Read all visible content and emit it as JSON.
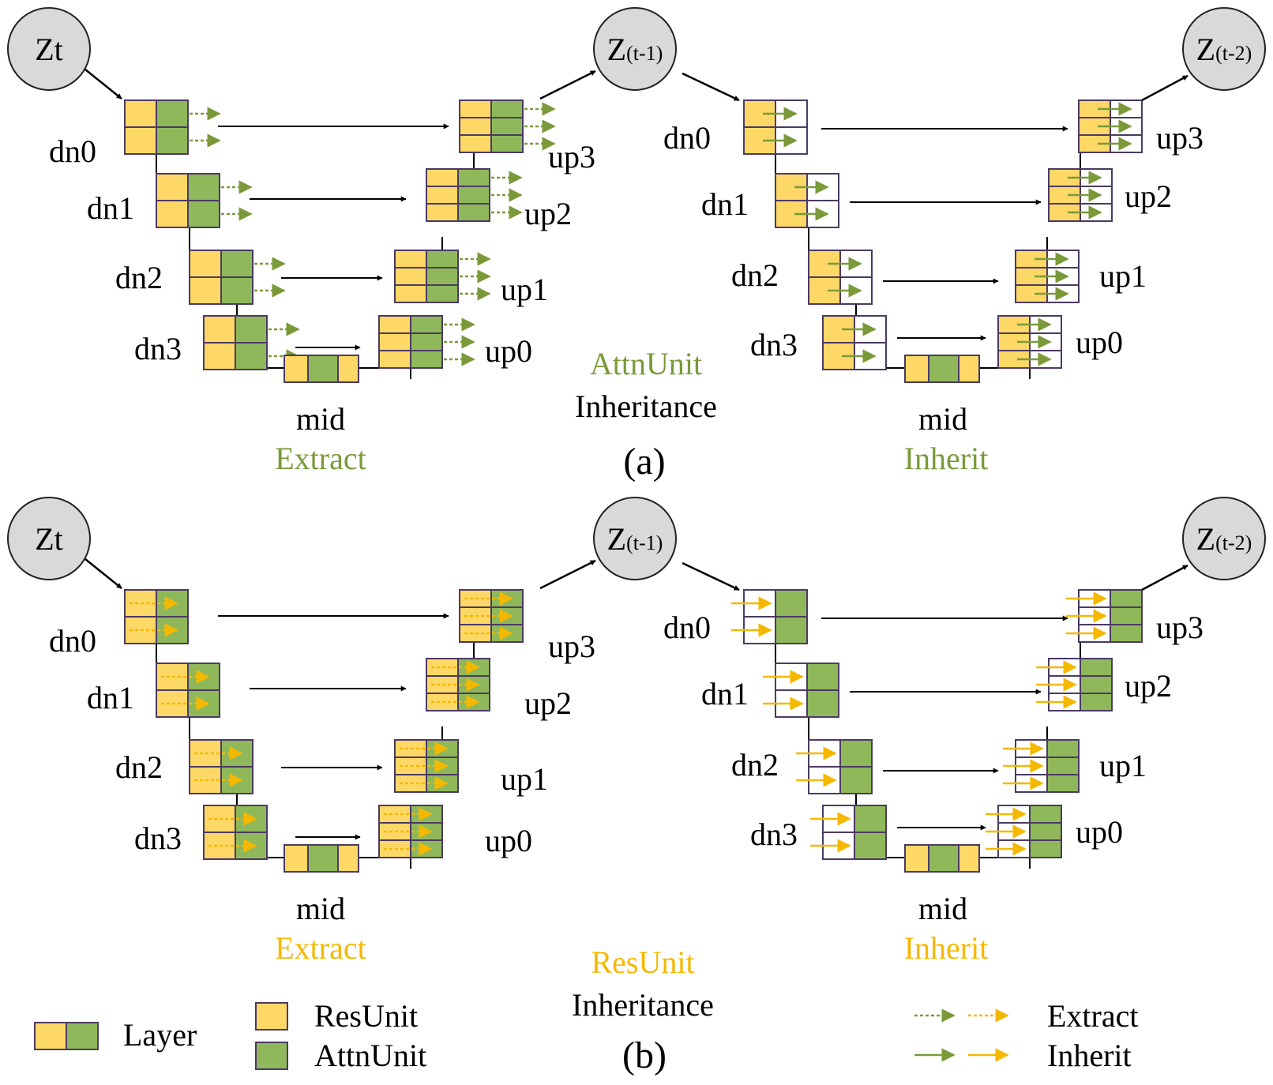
{
  "panels": [
    {
      "id": "a",
      "caption": "(a)",
      "title_colored": "AttnUnit",
      "title_plain": "Inheritance",
      "accent": "#7a9a3a",
      "extract_label": "Extract",
      "inherit_label": "Inherit",
      "input_node": "Zt",
      "mid_node_base": "Z",
      "mid_node_sub": "(t-1)",
      "end_node_base": "Z",
      "end_node_sub": "(t-2)",
      "layers": [
        "dn0",
        "dn1",
        "dn2",
        "dn3",
        "up0",
        "up1",
        "up2",
        "up3"
      ],
      "mid_label": "mid"
    },
    {
      "id": "b",
      "caption": "(b)",
      "title_colored": "ResUnit",
      "title_plain": "Inheritance",
      "accent": "#f5b800",
      "extract_label": "Extract",
      "inherit_label": "Inherit",
      "input_node": "Zt",
      "mid_node_base": "Z",
      "mid_node_sub": "(t-1)",
      "end_node_base": "Z",
      "end_node_sub": "(t-2)",
      "layers": [
        "dn0",
        "dn1",
        "dn2",
        "dn3",
        "up0",
        "up1",
        "up2",
        "up3"
      ],
      "mid_label": "mid"
    }
  ],
  "legend": {
    "layer": "Layer",
    "resunit": "ResUnit",
    "attnunit": "AttnUnit",
    "extract": "Extract",
    "inherit": "Inherit"
  },
  "colors": {
    "resunit": "#fdd866",
    "attnunit": "#8fb85a",
    "border": "#4b3a63",
    "node_fill": "#d9d9d9",
    "green_arrow": "#7a9a3a",
    "yellow_arrow": "#f5b800"
  }
}
